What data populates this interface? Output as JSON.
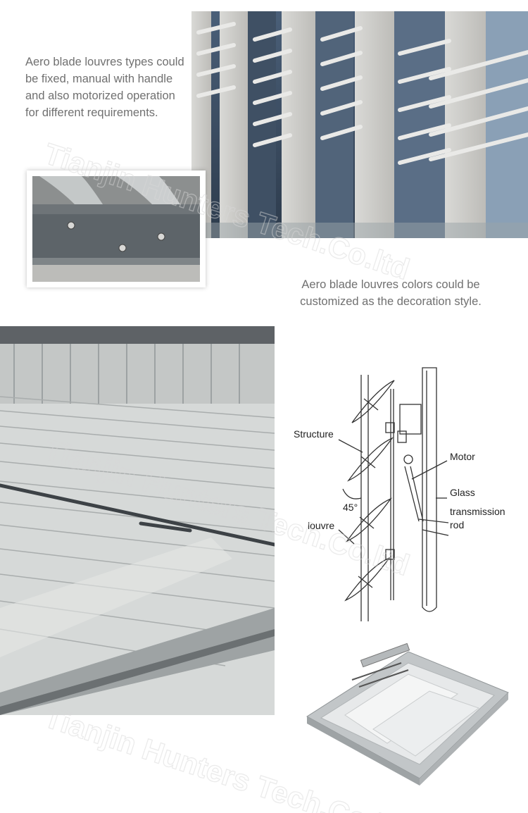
{
  "texts": {
    "types": "Aero blade louvres types could be fixed, manual with handle and also motorized operation for different requirements.",
    "colors": "Aero blade louvres colors could be customized as the decoration style."
  },
  "diagram_labels": {
    "structure": "Structure",
    "motor": "Motor",
    "glass": "Glass",
    "angle": "45°",
    "louvre": "louvre",
    "transmission": "transmission",
    "rod": "rod"
  },
  "watermark": "Tianjin Hunters Tech.Co.ltd"
}
